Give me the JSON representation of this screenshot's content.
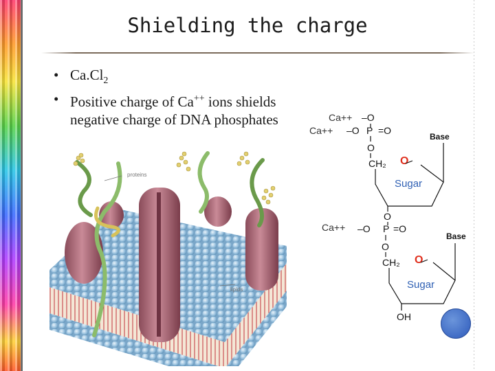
{
  "slide": {
    "title": "Shielding the charge",
    "bullets": [
      {
        "pre": "Ca.Cl",
        "sub": "2"
      },
      {
        "pre": "Positive charge of Ca",
        "sup": "++",
        "post": " ions shields negative charge of DNA phosphates"
      }
    ]
  },
  "figure": {
    "labels": {
      "proteins": "proteins",
      "lipids": "lipids"
    }
  },
  "chemistry": {
    "top": {
      "ca1": "Ca++",
      "ca2": "Ca++",
      "o_neg_top": "–O",
      "o_neg_left": "–O",
      "p": "P",
      "o_double": "=O",
      "o_bridge": "O",
      "ch2": "CH₂",
      "ring_o": "O",
      "sugar": "Sugar",
      "base": "Base"
    },
    "bottom": {
      "ca": "Ca++",
      "o_top": "O",
      "o_neg_left": "–O",
      "p": "P",
      "o_double": "=O",
      "o_bridge": "O",
      "ch2": "CH₂",
      "ring_o": "O",
      "sugar": "Sugar",
      "base": "Base",
      "oh": "OH"
    },
    "colors": {
      "ring_oxygen": "#e0301e",
      "sugar_text": "#2e5fb3",
      "text": "#111111",
      "calcium": "#333333"
    }
  }
}
